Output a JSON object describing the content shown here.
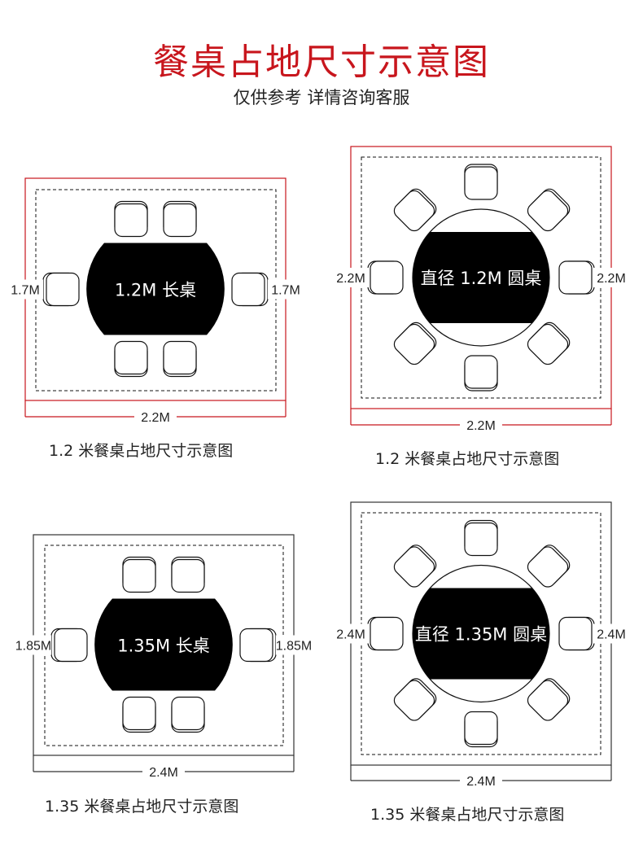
{
  "header": {
    "title": "餐桌占地尺寸示意图",
    "subtitle": "仅供参考 详情咨询客服"
  },
  "colors": {
    "title": "#c8161d",
    "frame_red": "#c8161d",
    "frame_gray": "#333333",
    "table": "#000000"
  },
  "diagrams": [
    {
      "type": "rect-table",
      "table_label": "1.2M 长桌",
      "width_label": "2.2M",
      "height_label": "1.7M",
      "caption": "1.2 米餐桌占地尺寸示意图",
      "seats": 6,
      "frame": "red"
    },
    {
      "type": "round-table",
      "table_label": "直径 1.2M 圆桌",
      "width_label": "2.2M",
      "height_label": "2.2M",
      "caption": "1.2 米餐桌占地尺寸示意图",
      "seats": 8,
      "frame": "red"
    },
    {
      "type": "rect-table",
      "table_label": "1.35M 长桌",
      "width_label": "2.4M",
      "height_label": "1.85M",
      "caption": "1.35 米餐桌占地尺寸示意图",
      "seats": 6,
      "frame": "gray"
    },
    {
      "type": "round-table",
      "table_label": "直径 1.35M 圆桌",
      "width_label": "2.4M",
      "height_label": "2.4M",
      "caption": "1.35 米餐桌占地尺寸示意图",
      "seats": 8,
      "frame": "gray"
    }
  ]
}
